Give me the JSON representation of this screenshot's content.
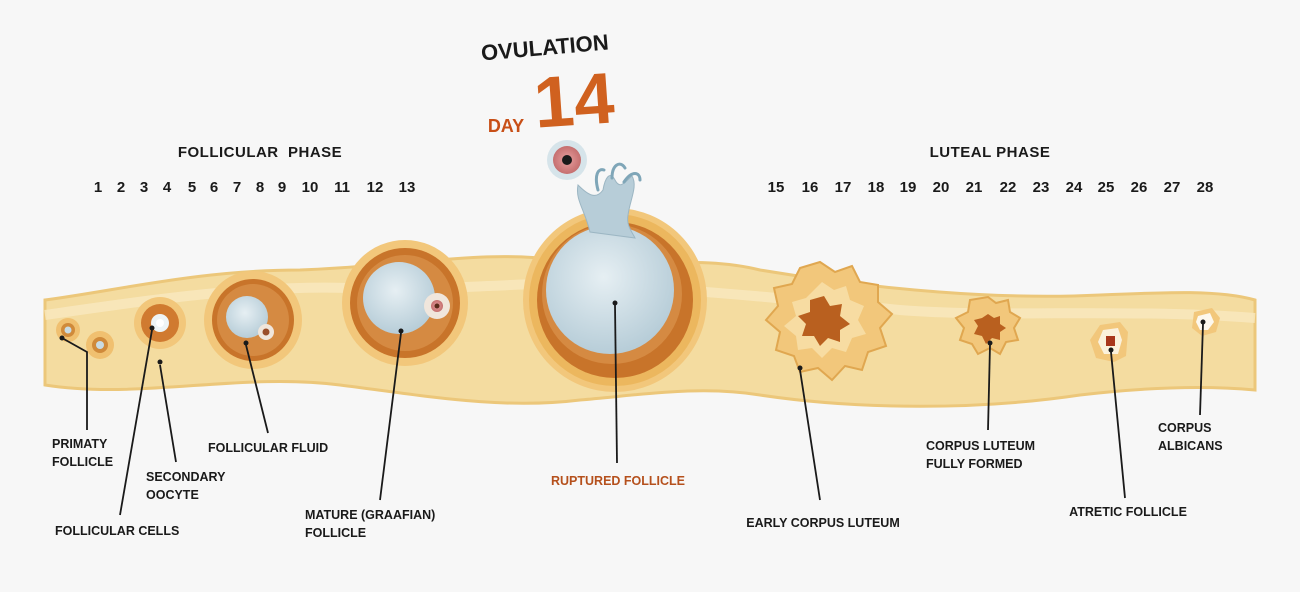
{
  "header": {
    "ovulation": "OVULATION",
    "day_word": "DAY",
    "day_number": "14"
  },
  "phases": {
    "follicular": "FOLLICULAR  PHASE",
    "luteal": "LUTEAL PHASE"
  },
  "days": {
    "follicular": [
      "1",
      "2",
      "3",
      "4",
      "5",
      "6",
      "7",
      "8",
      "9",
      "10",
      "11",
      "12",
      "13"
    ],
    "luteal": [
      "15",
      "16",
      "17",
      "18",
      "19",
      "20",
      "21",
      "22",
      "23",
      "24",
      "25",
      "26",
      "27",
      "28"
    ]
  },
  "labels": {
    "primary_follicle": [
      "PRIMATY",
      "FOLLICLE"
    ],
    "secondary_oocyte": [
      "SECONDARY",
      "OOCYTE"
    ],
    "follicular_cells": [
      "FOLLICULAR CELLS"
    ],
    "follicular_fluid": [
      "FOLLICULAR FLUID"
    ],
    "mature_follicle": [
      "MATURE (GRAAFIAN)",
      "FOLLICLE"
    ],
    "ruptured_follicle": [
      "RUPTURED FOLLICLE"
    ],
    "early_corpus_luteum": [
      "EARLY CORPUS LUTEUM"
    ],
    "corpus_luteum_formed": [
      "CORPUS LUTEUM",
      "FULLY FORMED"
    ],
    "atretic_follicle": [
      "ATRETIC FOLLICLE"
    ],
    "corpus_albicans": [
      "CORPUS",
      "ALBICANS"
    ]
  },
  "colors": {
    "band": "#f4dca0",
    "band_edge": "#ecc77a",
    "follicle_wall": "#c8742a",
    "fluid": "#c9dbe3",
    "highlight_text": "#b5501c"
  }
}
